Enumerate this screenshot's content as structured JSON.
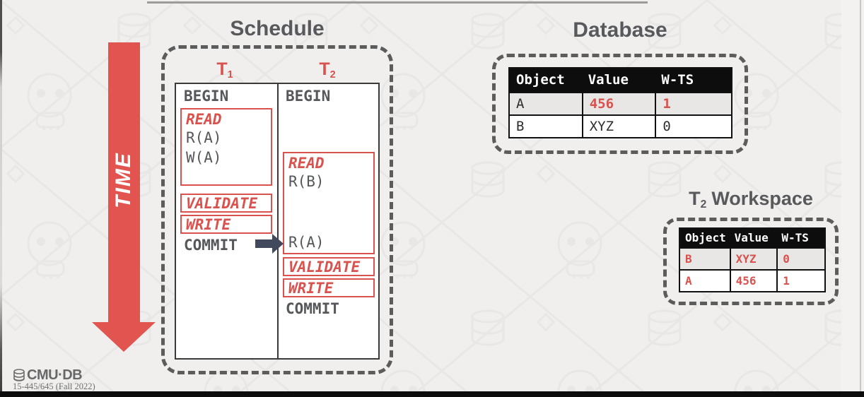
{
  "schedule": {
    "title": "Schedule",
    "columns": [
      {
        "label": "T",
        "sub": "1"
      },
      {
        "label": "T",
        "sub": "2"
      }
    ],
    "t1": {
      "begin": "BEGIN",
      "read_label": "READ",
      "op1": "R(A)",
      "op2": "W(A)",
      "validate_label": "VALIDATE",
      "write_label": "WRITE",
      "commit": "COMMIT"
    },
    "t2": {
      "begin": "BEGIN",
      "read_label": "READ",
      "op1": "R(B)",
      "op2": "R(A)",
      "validate_label": "VALIDATE",
      "write_label": "WRITE",
      "commit": "COMMIT"
    }
  },
  "time_label": "TIME",
  "database": {
    "title": "Database",
    "headers": [
      "Object",
      "Value",
      "W-TS"
    ],
    "rows": [
      {
        "object": "A",
        "value": "456",
        "wts": "1"
      },
      {
        "object": "B",
        "value": "XYZ",
        "wts": "0"
      }
    ]
  },
  "workspace": {
    "title_t": "T",
    "title_sub": "2",
    "title_rest": "Workspace",
    "headers": [
      "Object",
      "Value",
      "W-TS"
    ],
    "rows": [
      {
        "object": "B",
        "value": "XYZ",
        "wts": "0"
      },
      {
        "object": "A",
        "value": "456",
        "wts": "1"
      }
    ]
  },
  "footer": {
    "logo_text": "CMU·DB",
    "course": "15-445/645 (Fall 2022)"
  },
  "colors": {
    "red": "#d9524e",
    "time_arrow_red": "#e15450",
    "commit_arrow_navy": "#414a5c",
    "title_gray": "#57595c",
    "background": "#f0efee",
    "table_header_black": "#0d0d0d",
    "row_highlight_gray": "#e8e7e6"
  }
}
